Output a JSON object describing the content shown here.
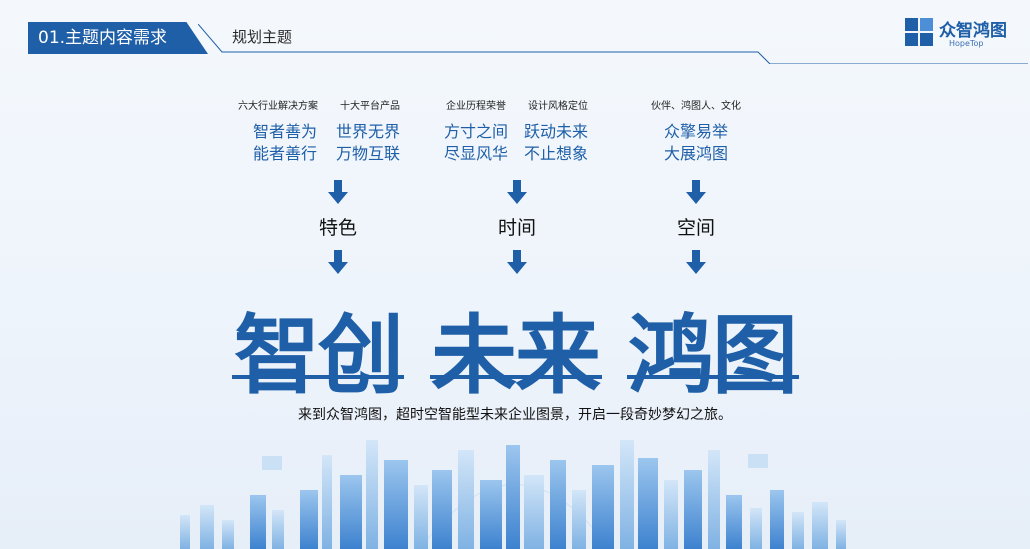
{
  "header": {
    "tab_label": "01.主题内容需求",
    "subtitle": "规划主题",
    "logo_text": "众智鸿图",
    "logo_sub": "HopeTop"
  },
  "columns": [
    {
      "label_a": "六大行业解决方案",
      "label_b": "十大平台产品",
      "slogan_a1": "智者善为",
      "slogan_a2": "能者善行",
      "slogan_b1": "世界无界",
      "slogan_b2": "万物互联",
      "keyword": "特色"
    },
    {
      "label_a": "企业历程荣誉",
      "label_b": "设计风格定位",
      "slogan_a1": "方寸之间",
      "slogan_a2": "尽显风华",
      "slogan_b1": "跃动未来",
      "slogan_b2": "不止想象",
      "keyword": "时间"
    },
    {
      "label": "伙伴、鸿图人、文化",
      "slogan_1": "众擎易举",
      "slogan_2": "大展鸿图",
      "keyword": "空间"
    }
  ],
  "headline": [
    "智创",
    "未来",
    "鸿图"
  ],
  "tagline": "来到众智鸿图，超时空智能型未来企业图景，开启一段奇妙梦幻之旅。",
  "colors": {
    "accent": "#1f5fa8",
    "text": "#111111"
  }
}
